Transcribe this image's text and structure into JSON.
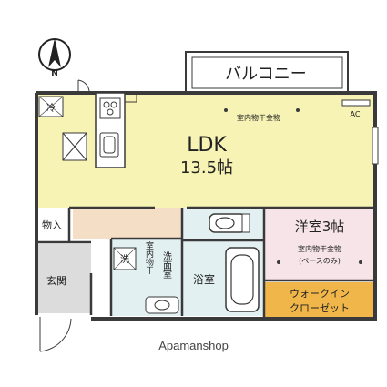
{
  "compass": {
    "letter": "N"
  },
  "rooms": {
    "balcony": "バルコニー",
    "ldk_name": "LDK",
    "ldk_size": "13.5帖",
    "ldk_drying": "室内物干金物",
    "ac": "AC",
    "western_name": "洋室3帖",
    "western_drying_1": "室内物干金物",
    "western_drying_2": "(ベースのみ)",
    "storage": "物入",
    "entrance": "玄関",
    "washroom": "洗面室",
    "washroom_drying": "室内物干",
    "bath": "浴室",
    "closet_1": "ウォークイン",
    "closet_2": "クローゼット",
    "fridge_mark": "冷",
    "washer_mark": "洗"
  },
  "watermark": "Apamanshop",
  "colors": {
    "ldk": "#f6f3b4",
    "western": "#f7e4e8",
    "corridor": "#f4dfc6",
    "wet": "#e3f0f2",
    "entrance": "#dcdcdc",
    "closet": "#f0b64a",
    "wall": "#3a3a3a"
  }
}
